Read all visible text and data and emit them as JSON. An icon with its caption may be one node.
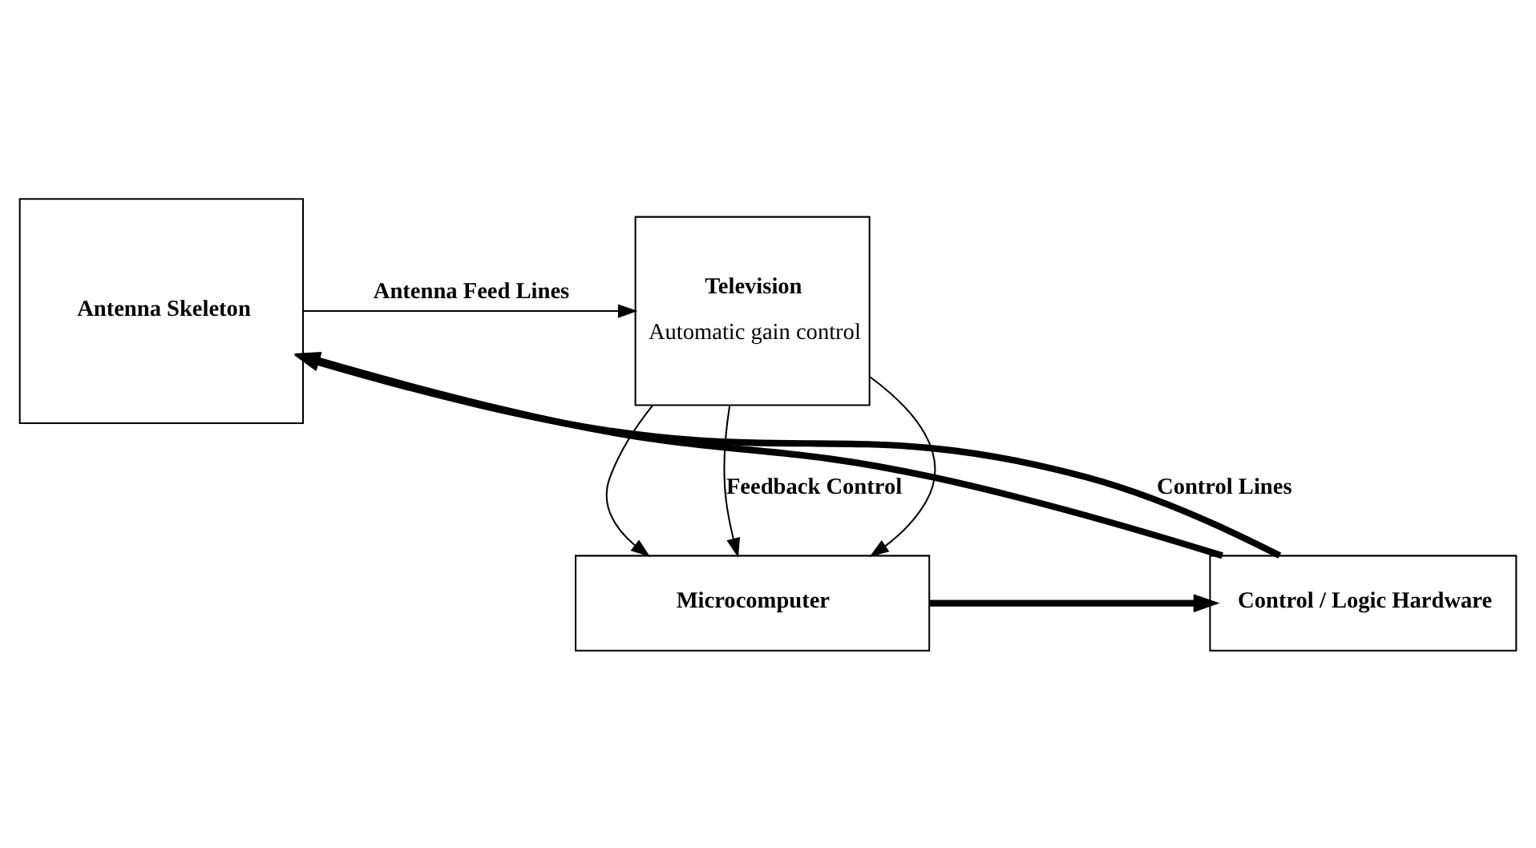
{
  "diagram": {
    "nodes": [
      {
        "text": [
          "Television",
          "Automatic gain control"
        ]
      },
      {
        "text": [
          "Antenna Skeleton"
        ]
      },
      {
        "text": [
          "Microcomputer"
        ]
      },
      {
        "text": [
          "Control / Logic Hardware"
        ]
      }
    ],
    "edges": [
      {
        "from": 1,
        "to": 0,
        "arrow": "to",
        "label": "Antenna Feed Lines"
      },
      {
        "from": 0,
        "to": 2,
        "arrow": "to"
      },
      {
        "from": 0,
        "to": 2,
        "arrow": "to",
        "label": "Feedback Control"
      },
      {
        "from": 0,
        "to": 2,
        "arrow": "to"
      },
      {
        "from": 2,
        "to": 3,
        "arrow": "to",
        "style": "thick"
      },
      {
        "from": 3,
        "to": 1,
        "arrow": "to",
        "style": "thick"
      },
      {
        "from": 3,
        "to": 1,
        "arrow": "to",
        "style": "thick",
        "label": "Control Lines"
      }
    ]
  }
}
